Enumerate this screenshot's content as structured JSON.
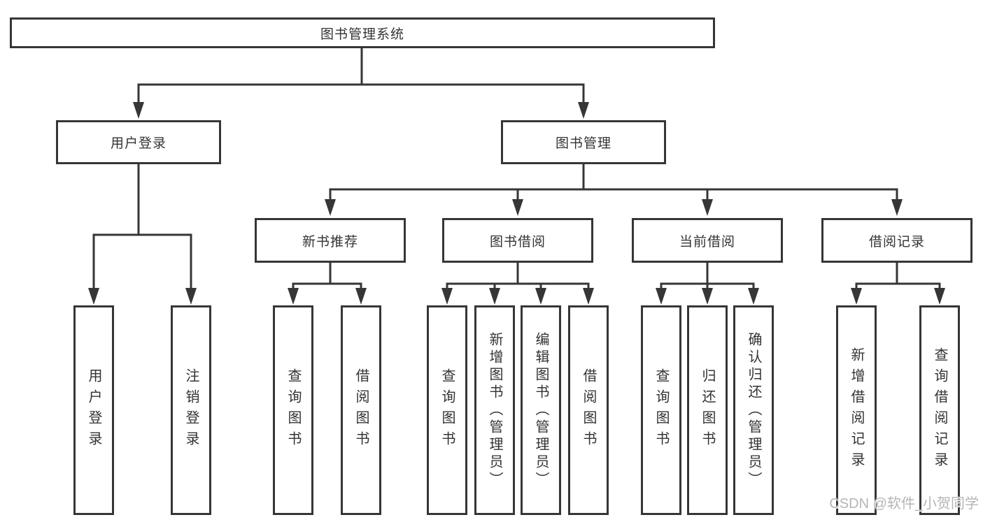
{
  "diagram": {
    "title": "图书管理系统",
    "level1": [
      {
        "label": "用户登录"
      },
      {
        "label": "图书管理"
      }
    ],
    "level2": [
      {
        "label": "新书推荐"
      },
      {
        "label": "图书借阅"
      },
      {
        "label": "当前借阅"
      },
      {
        "label": "借阅记录"
      }
    ],
    "leaves": {
      "user_login_group": [
        "用户登录",
        "注销登录"
      ],
      "new_book_group": [
        "查询图书",
        "借阅图书"
      ],
      "borrow_group": [
        "查询图书",
        "新增图书（管理员）",
        "编辑图书（管理员）",
        "借阅图书"
      ],
      "current_group": [
        "查询图书",
        "归还图书",
        "确认归还（管理员）"
      ],
      "record_group": [
        "新增借阅记录",
        "查询借阅记录"
      ]
    }
  },
  "watermark": {
    "text": "CSDN @软件_小贺同学"
  },
  "colors": {
    "line": "#363636",
    "text": "#333333",
    "watermark": "#b5b5b5",
    "background": "#ffffff"
  }
}
